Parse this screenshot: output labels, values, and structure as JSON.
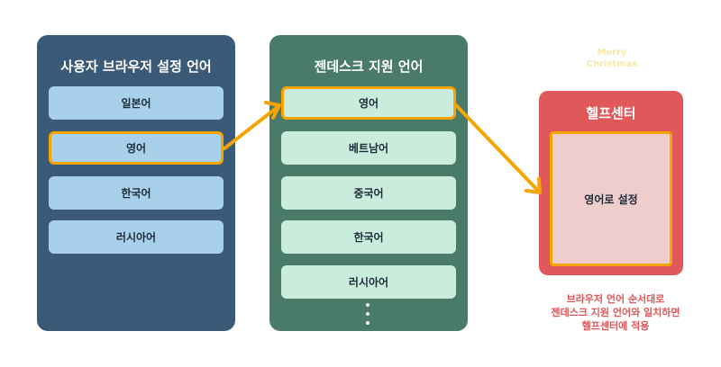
{
  "browser_panel": {
    "title": "사용자 브라우저 설정 언어",
    "items": [
      "일본어",
      "영어",
      "한국어",
      "러시아어"
    ]
  },
  "zendesk_panel": {
    "title": "젠데스크 지원 언어",
    "items": [
      "영어",
      "베트남어",
      "중국어",
      "한국어",
      "러시아어"
    ]
  },
  "help_center": {
    "title": "헬프센터",
    "box_label": "영어로 설정"
  },
  "decoration_text": "Merry Christmas",
  "note": [
    "브라우저 언어 순서대로",
    "젠데스크 지원 언어와 일치하면",
    "헬프센터에 적용"
  ],
  "colors": {
    "browser_panel": "#3b5a78",
    "zendesk_panel": "#4a7b69",
    "help_center_panel": "#e0585a",
    "highlight": "#f5a400",
    "note_text": "#e0585a"
  }
}
